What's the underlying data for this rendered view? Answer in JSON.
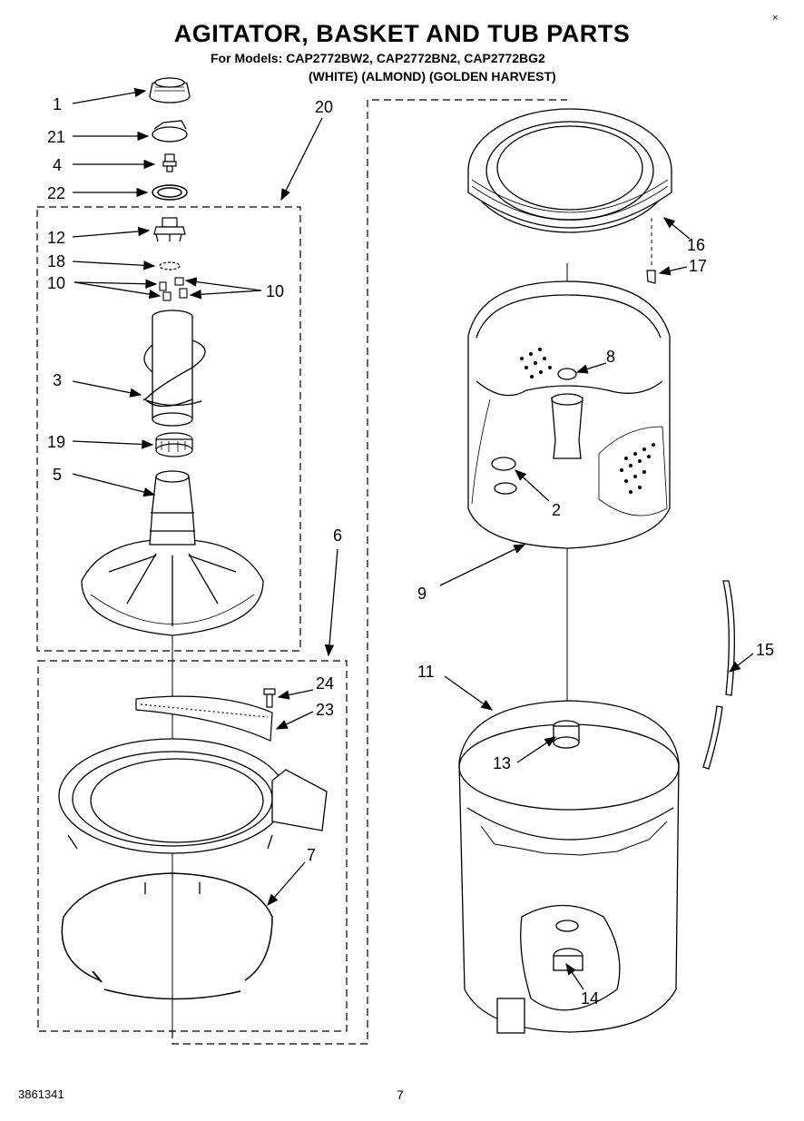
{
  "header": {
    "title": "AGITATOR, BASKET AND TUB PARTS",
    "models_line": "For Models: CAP2772BW2, CAP2772BN2, CAP2772BG2",
    "colors_line": "(WHITE)   (ALMOND)  (GOLDEN HARVEST)"
  },
  "footer": {
    "doc_code": "3861341",
    "page_number": "7",
    "corner_mark": "×"
  },
  "callouts": {
    "c1": "1",
    "c2": "2",
    "c3": "3",
    "c4": "4",
    "c5": "5",
    "c6": "6",
    "c7": "7",
    "c8": "8",
    "c9": "9",
    "c10a": "10",
    "c10b": "10",
    "c11": "11",
    "c12": "12",
    "c13": "13",
    "c14": "14",
    "c15": "15",
    "c16": "16",
    "c17": "17",
    "c18": "18",
    "c19": "19",
    "c20": "20",
    "c21": "21",
    "c22": "22",
    "c23": "23",
    "c24": "24"
  }
}
